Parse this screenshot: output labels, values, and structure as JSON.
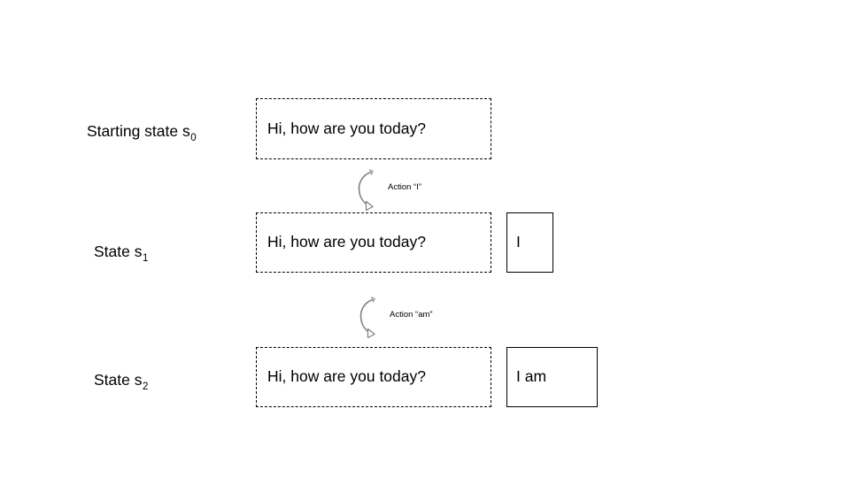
{
  "diagram": {
    "title_visible": false,
    "background_color": "#ffffff",
    "text_color": "#000000",
    "arrow_color": "#808080",
    "rows": [
      {
        "label_main": "Starting state s",
        "label_sub": "0",
        "context_text": "Hi, how are you today?",
        "generated_text": null
      },
      {
        "label_main": "State s",
        "label_sub": "1",
        "context_text": "Hi, how are you today?",
        "generated_text": "I"
      },
      {
        "label_main": "State s",
        "label_sub": "2",
        "context_text": "Hi, how are you today?",
        "generated_text": "I am"
      }
    ],
    "transitions": [
      {
        "label": "Action “I”"
      },
      {
        "label": "Action “am”"
      }
    ]
  }
}
